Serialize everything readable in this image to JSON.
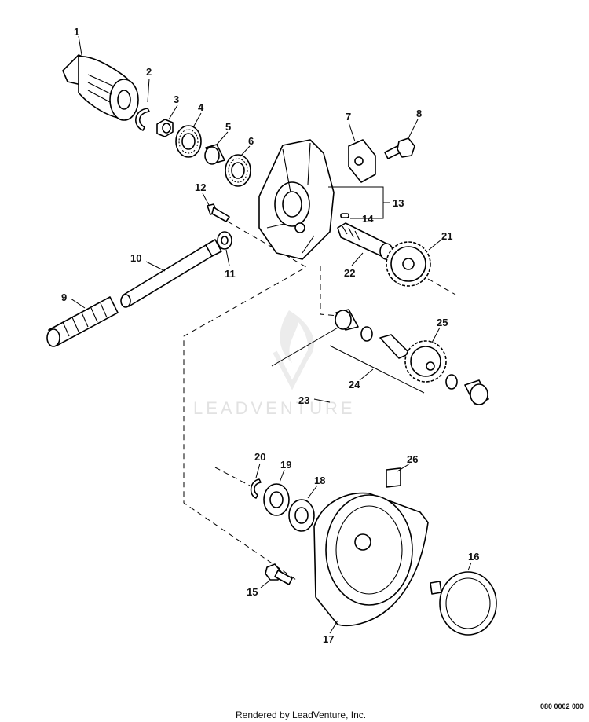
{
  "watermark": {
    "text": "LEADVENTURE"
  },
  "footer": {
    "credit": "Rendered by LeadVenture, Inc.",
    "code": "080 0002 000"
  },
  "callouts": [
    "1",
    "2",
    "3",
    "4",
    "5",
    "6",
    "7",
    "8",
    "9",
    "10",
    "11",
    "12",
    "13",
    "14",
    "15",
    "16",
    "17",
    "18",
    "19",
    "20",
    "21",
    "22",
    "23",
    "24",
    "25",
    "26"
  ]
}
